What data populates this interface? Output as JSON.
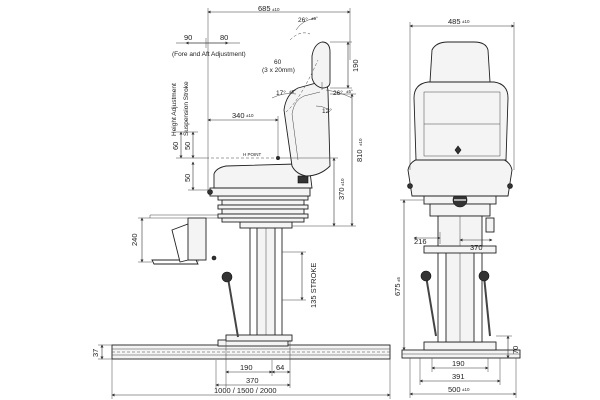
{
  "side_view": {
    "width_685": "685",
    "tol_width_685": "±10",
    "angle_26": "26°",
    "tol_angle_26": "±5°",
    "fore_aft_90": "90",
    "fore_aft_80": "80",
    "fore_aft_caption": "(Fore and Aft Adjustment)",
    "backrest_step_line1": "60",
    "backrest_step_line2": "(3 x 20mm)",
    "headrest_190": "190",
    "angle_17": "17°",
    "tol_angle_17": "±5°",
    "angle_26b": "26°",
    "tol_angle_26b": "±5°",
    "angle_12": "12°",
    "height_adjustment_label": "Height Adjustment",
    "suspension_stroke_label": "Suspension Stroke",
    "dim_340": "340",
    "tol_340": "±10",
    "dim_60": "60",
    "dim_50_upper": "50",
    "h_point_label": "H POINT",
    "dim_50_lower": "50",
    "dim_810": "810",
    "tol_810": "±10",
    "dim_370_vertical": "370",
    "tol_370_vertical": "±10",
    "dim_240": "240",
    "stroke_label": "135 STROKE",
    "dim_37": "37",
    "dim_190": "190",
    "dim_64": "64",
    "dim_370": "370",
    "rail_lengths": "1000 / 1500 / 2000"
  },
  "front_view": {
    "width_485": "485",
    "tol_485": "±10",
    "dim_216": "216",
    "dim_370": "370",
    "dim_675": "675",
    "tol_675": "±5",
    "dim_70": "70",
    "dim_190": "190",
    "dim_391": "391",
    "dim_500": "500",
    "tol_500": "±10"
  }
}
